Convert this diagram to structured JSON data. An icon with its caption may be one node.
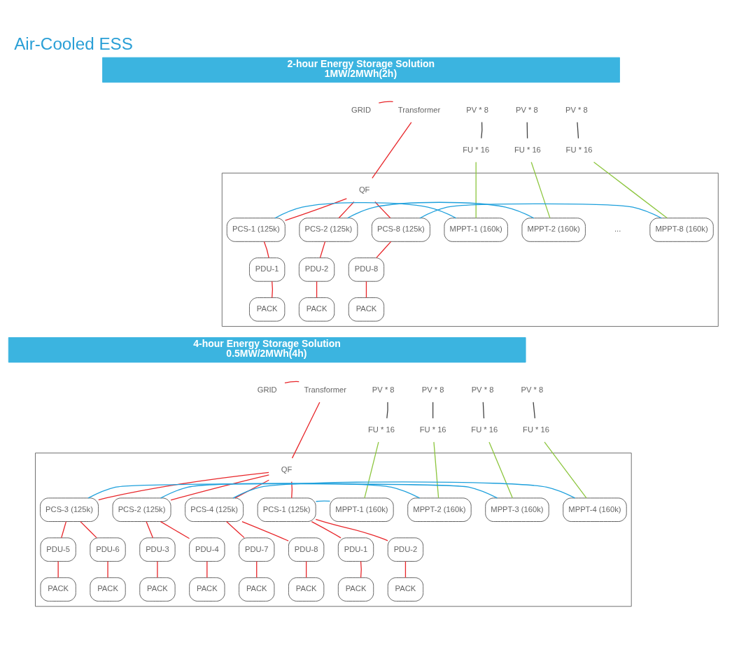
{
  "diagram": {
    "title": "Air-Cooled ESS",
    "nodes": [
      {
        "text": [
          "2-hour Energy Storage Solution",
          "1MW/2MWh(2h)"
        ]
      },
      {
        "text": [
          "GRID"
        ]
      },
      {
        "text": [
          "Transformer"
        ]
      },
      {
        "text": [
          "PV * 8"
        ]
      },
      {
        "text": [
          "PV * 8"
        ]
      },
      {
        "text": [
          "PV * 8"
        ]
      },
      {
        "text": [
          "FU * 16"
        ]
      },
      {
        "text": [
          "FU * 16"
        ]
      },
      {
        "text": [
          "FU * 16"
        ]
      },
      {
        "text": [],
        "shape": "box"
      },
      {
        "text": [
          "QF"
        ],
        "in": 9
      },
      {
        "text": [
          "PCS-1 (125k)"
        ],
        "in": 9
      },
      {
        "text": [
          "MPPT-1 (160k)"
        ],
        "in": 9
      },
      {
        "text": [
          "PCS-2 (125k)"
        ],
        "in": 9
      },
      {
        "text": [
          "MPPT-2 (160k)"
        ],
        "in": 9
      },
      {
        "text": [
          "PCS-8 (125k)"
        ],
        "in": 9
      },
      {
        "text": [
          "MPPT-8 (160k)"
        ],
        "in": 9
      },
      {
        "text": [
          "PDU-1"
        ],
        "in": 9
      },
      {
        "text": [
          "PDU-2"
        ],
        "in": 9
      },
      {
        "text": [
          "PDU-8"
        ],
        "in": 9
      },
      {
        "text": [
          "PACK"
        ],
        "in": 9
      },
      {
        "text": [
          "PACK"
        ],
        "in": 9
      },
      {
        "text": [
          "PACK"
        ],
        "in": 9
      },
      {
        "text": [
          "4-hour Energy Storage Solution",
          "0.5MW/2MWh(4h)"
        ]
      },
      {
        "text": [
          "GRID"
        ]
      },
      {
        "text": [
          "Transformer"
        ]
      },
      {
        "text": [
          "PV * 8"
        ]
      },
      {
        "text": [
          "PV * 8"
        ]
      },
      {
        "text": [
          "PV * 8"
        ]
      },
      {
        "text": [
          "PV * 8"
        ]
      },
      {
        "text": [
          "FU * 16"
        ]
      },
      {
        "text": [
          "FU * 16"
        ]
      },
      {
        "text": [
          "FU * 16"
        ]
      },
      {
        "text": [
          "FU * 16"
        ]
      },
      {
        "text": [],
        "shape": "box"
      },
      {
        "text": [
          "QF"
        ],
        "in": 34
      },
      {
        "text": [
          "PCS-1 (125k)"
        ],
        "in": 34
      },
      {
        "text": [
          "MPPT-1 (160k)"
        ],
        "in": 34
      },
      {
        "text": [
          "PCS-2 (125k)"
        ],
        "in": 34
      },
      {
        "text": [
          "MPPT-2 (160k)"
        ],
        "in": 34
      },
      {
        "text": [
          "PCS-3 (125k)"
        ],
        "in": 34
      },
      {
        "text": [
          "MPPT-3 (160k)"
        ],
        "in": 34
      },
      {
        "text": [
          "PCS-4 (125k)"
        ],
        "in": 34
      },
      {
        "text": [
          "MPPT-4 (160k)"
        ],
        "in": 34
      },
      {
        "text": [
          "PDU-1"
        ],
        "in": 34
      },
      {
        "text": [
          "PDU-2"
        ],
        "in": 34
      },
      {
        "text": [
          "PDU-3"
        ],
        "in": 34
      },
      {
        "text": [
          "PDU-4"
        ],
        "in": 34
      },
      {
        "text": [
          "PDU-5"
        ],
        "in": 34
      },
      {
        "text": [
          "PDU-6"
        ],
        "in": 34
      },
      {
        "text": [
          "PDU-7"
        ],
        "in": 34
      },
      {
        "text": [
          "PDU-8"
        ],
        "in": 34
      },
      {
        "text": [
          "PACK"
        ],
        "in": 34
      },
      {
        "text": [
          "PACK"
        ],
        "in": 34
      },
      {
        "text": [
          "PACK"
        ],
        "in": 34
      },
      {
        "text": [
          "PACK"
        ],
        "in": 34
      },
      {
        "text": [
          "PACK"
        ],
        "in": 34
      },
      {
        "text": [
          "PACK"
        ],
        "in": 34
      },
      {
        "text": [
          "PACK"
        ],
        "in": 34
      },
      {
        "text": [
          "PACK"
        ],
        "in": 34
      }
    ],
    "edges": [
      {
        "from": 1,
        "to": 2,
        "arrow": "none"
      },
      {
        "from": 2,
        "to": 10,
        "arrow": "none"
      },
      {
        "from": 10,
        "to": 11,
        "arrow": "none"
      },
      {
        "from": 10,
        "to": 13,
        "arrow": "none"
      },
      {
        "from": 10,
        "to": 15,
        "arrow": "none"
      },
      {
        "from": 3,
        "to": 6,
        "arrow": "none",
        "color": "#444444"
      },
      {
        "from": 4,
        "to": 7,
        "arrow": "none",
        "color": "#444444"
      },
      {
        "from": 5,
        "to": 8,
        "arrow": "none",
        "color": "#444444"
      },
      {
        "from": 6,
        "to": 12,
        "arrow": "none",
        "color": "#8dc63f"
      },
      {
        "from": 7,
        "to": 14,
        "arrow": "none",
        "color": "#8dc63f"
      },
      {
        "from": 8,
        "to": 16,
        "arrow": "none",
        "color": "#8dc63f"
      },
      {
        "from": 11,
        "to": 12,
        "arrow": "none",
        "color": "#1ea0dc"
      },
      {
        "from": 13,
        "to": 14,
        "arrow": "none",
        "color": "#1ea0dc"
      },
      {
        "from": 15,
        "to": 16,
        "arrow": "none",
        "color": "#1ea0dc"
      },
      {
        "from": 11,
        "to": 17,
        "arrow": "none"
      },
      {
        "from": 13,
        "to": 18,
        "arrow": "none"
      },
      {
        "from": 15,
        "to": 19,
        "arrow": "none"
      },
      {
        "from": 17,
        "to": 20,
        "arrow": "none"
      },
      {
        "from": 18,
        "to": 21,
        "arrow": "none"
      },
      {
        "from": 19,
        "to": 22,
        "arrow": "none"
      },
      {
        "from": 24,
        "to": 25,
        "arrow": "none"
      },
      {
        "from": 25,
        "to": 35,
        "arrow": "none"
      },
      {
        "from": 35,
        "to": 36,
        "arrow": "none"
      },
      {
        "from": 35,
        "to": 38,
        "arrow": "none"
      },
      {
        "from": 35,
        "to": 40,
        "arrow": "none"
      },
      {
        "from": 35,
        "to": 42,
        "arrow": "none"
      },
      {
        "from": 26,
        "to": 30,
        "arrow": "none",
        "color": "#444444"
      },
      {
        "from": 27,
        "to": 31,
        "arrow": "none",
        "color": "#444444"
      },
      {
        "from": 28,
        "to": 32,
        "arrow": "none",
        "color": "#444444"
      },
      {
        "from": 29,
        "to": 33,
        "arrow": "none",
        "color": "#444444"
      },
      {
        "from": 30,
        "to": 37,
        "arrow": "none",
        "color": "#8dc63f"
      },
      {
        "from": 31,
        "to": 39,
        "arrow": "none",
        "color": "#8dc63f"
      },
      {
        "from": 32,
        "to": 41,
        "arrow": "none",
        "color": "#8dc63f"
      },
      {
        "from": 33,
        "to": 43,
        "arrow": "none",
        "color": "#8dc63f"
      },
      {
        "from": 36,
        "to": 37,
        "arrow": "none",
        "color": "#1ea0dc"
      },
      {
        "from": 38,
        "to": 39,
        "arrow": "none",
        "color": "#1ea0dc"
      },
      {
        "from": 40,
        "to": 41,
        "arrow": "none",
        "color": "#1ea0dc"
      },
      {
        "from": 42,
        "to": 43,
        "arrow": "none",
        "color": "#1ea0dc"
      },
      {
        "from": 36,
        "to": 44,
        "arrow": "none"
      },
      {
        "from": 36,
        "to": 45,
        "arrow": "none"
      },
      {
        "from": 38,
        "to": 46,
        "arrow": "none"
      },
      {
        "from": 38,
        "to": 47,
        "arrow": "none"
      },
      {
        "from": 40,
        "to": 48,
        "arrow": "none"
      },
      {
        "from": 40,
        "to": 49,
        "arrow": "none"
      },
      {
        "from": 42,
        "to": 50,
        "arrow": "none"
      },
      {
        "from": 42,
        "to": 51,
        "arrow": "none"
      },
      {
        "from": 44,
        "to": 52,
        "arrow": "none"
      },
      {
        "from": 45,
        "to": 53,
        "arrow": "none"
      },
      {
        "from": 46,
        "to": 54,
        "arrow": "none"
      },
      {
        "from": 47,
        "to": 55,
        "arrow": "none"
      },
      {
        "from": 48,
        "to": 56,
        "arrow": "none"
      },
      {
        "from": 49,
        "to": 57,
        "arrow": "none"
      },
      {
        "from": 50,
        "to": 58,
        "arrow": "none"
      },
      {
        "from": 51,
        "to": 59,
        "arrow": "none"
      }
    ],
    "labels": [
      "..."
    ]
  }
}
